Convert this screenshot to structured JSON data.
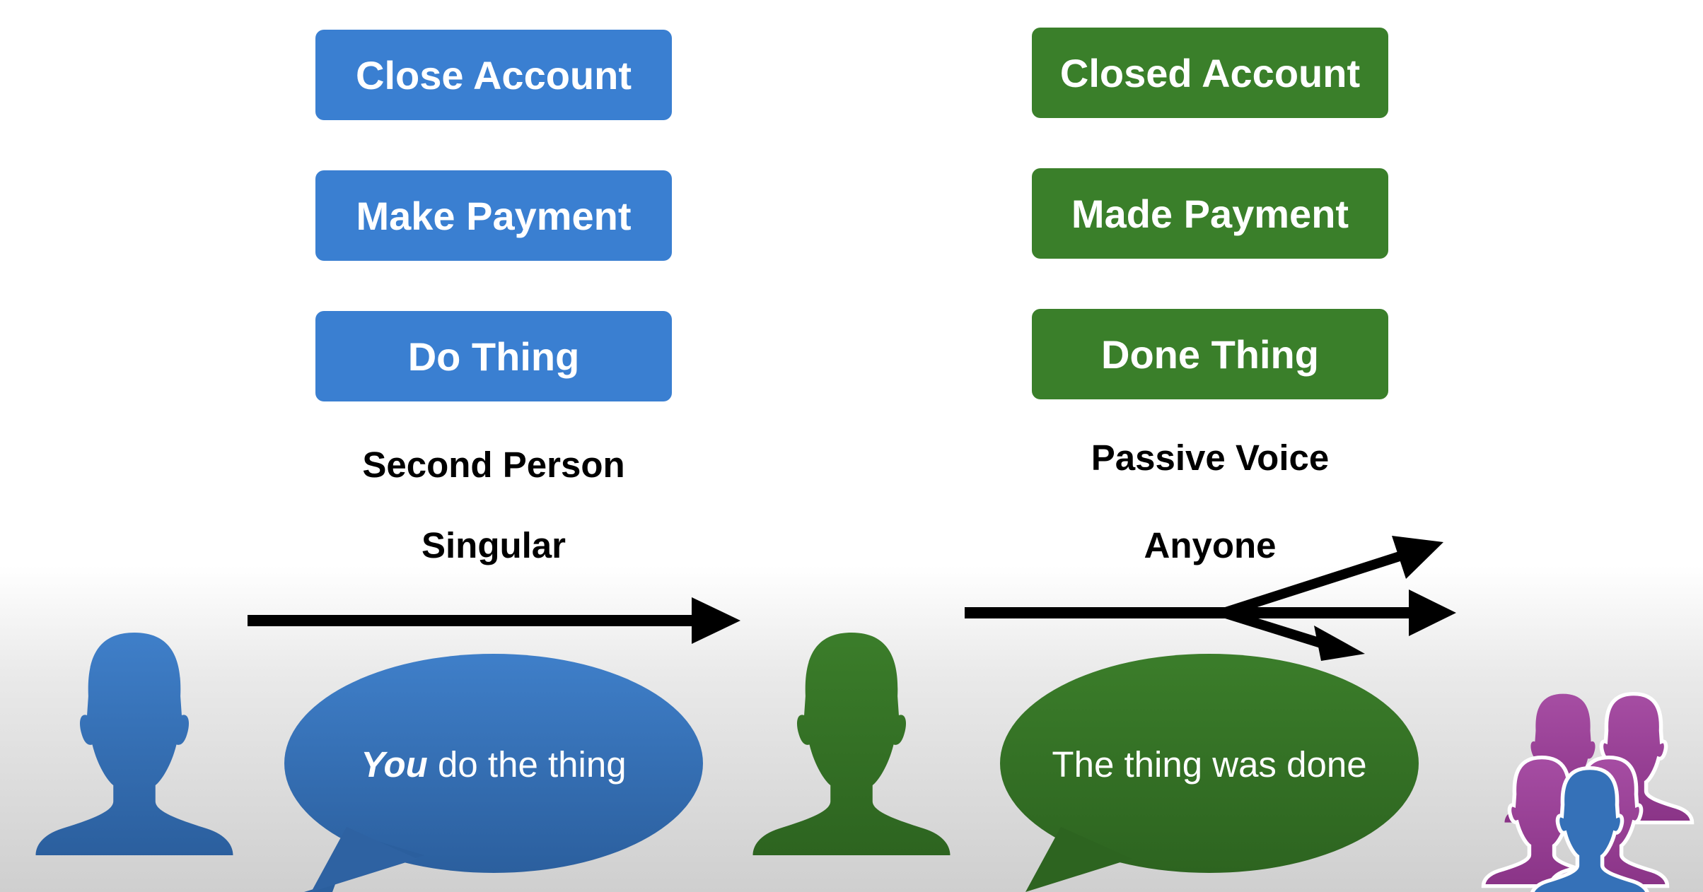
{
  "left_column": {
    "buttons": [
      {
        "label": "Close Account"
      },
      {
        "label": "Make Payment"
      },
      {
        "label": "Do Thing"
      }
    ],
    "caption_line1": "Second Person",
    "caption_line2": "Singular",
    "bubble_emphasis": "You",
    "bubble_rest": " do the thing",
    "color": "#3a7fd1"
  },
  "right_column": {
    "buttons": [
      {
        "label": "Closed Account"
      },
      {
        "label": "Made Payment"
      },
      {
        "label": "Done Thing"
      }
    ],
    "caption_line1": "Passive Voice",
    "caption_line2": "Anyone",
    "bubble_text": "The thing was done",
    "color": "#3a7f2a"
  },
  "group_colors": {
    "purple": "#9b3f98",
    "blue": "#3571b8"
  },
  "icons": [
    "person-blue-icon",
    "person-green-icon",
    "group-people-icon"
  ]
}
